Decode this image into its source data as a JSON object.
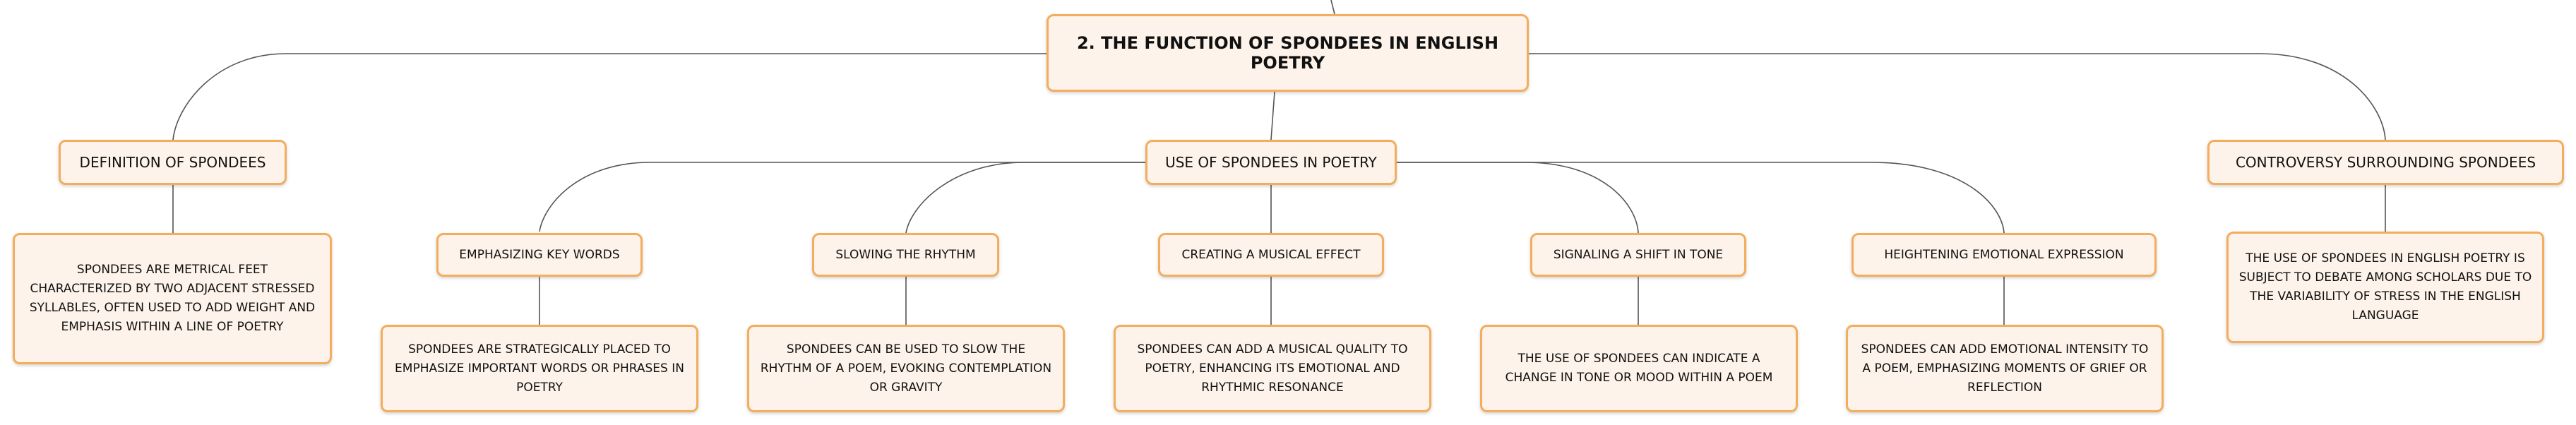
{
  "colors": {
    "node_fill": "#fdf3ea",
    "node_border": "#f3ad5c",
    "connector": "#555555",
    "text": "#111111"
  },
  "root": {
    "label": "2. The Function of Spondees in English Poetry"
  },
  "definition": {
    "label": "Definition of Spondees",
    "detail": "Spondees are metrical feet characterized by two adjacent stressed syllables, often used to add weight and emphasis within a line of poetry"
  },
  "use": {
    "label": "Use of Spondees in Poetry",
    "children": [
      {
        "label": "Emphasizing Key Words",
        "detail": "Spondees are strategically placed to emphasize important words or phrases in poetry"
      },
      {
        "label": "Slowing the Rhythm",
        "detail": "Spondees can be used to slow the rhythm of a poem, evoking contemplation or gravity"
      },
      {
        "label": "Creating a Musical Effect",
        "detail": "Spondees can add a musical quality to poetry, enhancing its emotional and rhythmic resonance"
      },
      {
        "label": "Signaling a Shift in Tone",
        "detail": "The use of spondees can indicate a change in tone or mood within a poem"
      },
      {
        "label": "Heightening Emotional Expression",
        "detail": "Spondees can add emotional intensity to a poem, emphasizing moments of grief or reflection"
      }
    ]
  },
  "controversy": {
    "label": "Controversy Surrounding Spondees",
    "detail": "The use of spondees in English poetry is subject to debate among scholars due to the variability of stress in the English language"
  }
}
